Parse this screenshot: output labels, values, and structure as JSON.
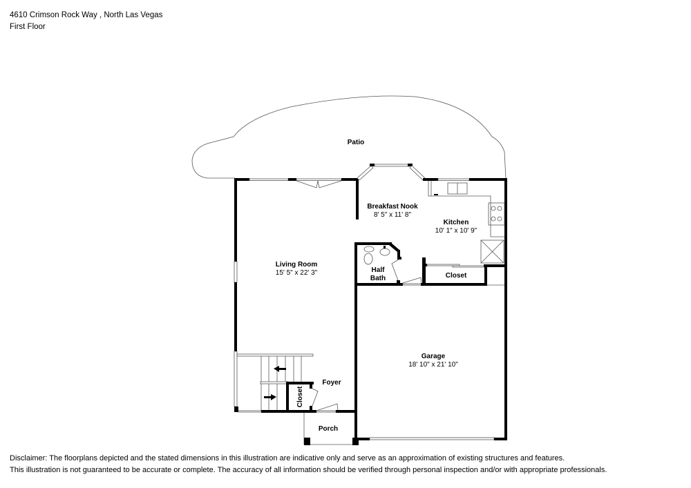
{
  "header": {
    "address": "4610 Crimson Rock Way , North Las Vegas",
    "floor": "First Floor"
  },
  "rooms": {
    "patio": {
      "name": "Patio"
    },
    "breakfast_nook": {
      "name": "Breakfast Nook",
      "dims": "8' 5\" x 11' 8\""
    },
    "kitchen": {
      "name": "Kitchen",
      "dims": "10' 1\" x 10' 9\""
    },
    "living_room": {
      "name": "Living Room",
      "dims": "15' 5\" x 22' 3\""
    },
    "half_bath": {
      "name_line1": "Half",
      "name_line2": "Bath"
    },
    "closet_kitchen": {
      "name": "Closet"
    },
    "garage": {
      "name": "Garage",
      "dims": "18' 10\" x 21' 10\""
    },
    "foyer": {
      "name": "Foyer"
    },
    "closet_foyer": {
      "name": "Closet"
    },
    "porch": {
      "name": "Porch"
    }
  },
  "disclaimer": {
    "line1": "Disclaimer: The floorplans depicted and the stated dimensions in this illustration are indicative only and serve as an approximation of existing structures and features.",
    "line2": "This illustration is not guaranteed to be accurate or complete. The accuracy of all information should be verified through personal inspection and/or with appropriate professionals."
  }
}
